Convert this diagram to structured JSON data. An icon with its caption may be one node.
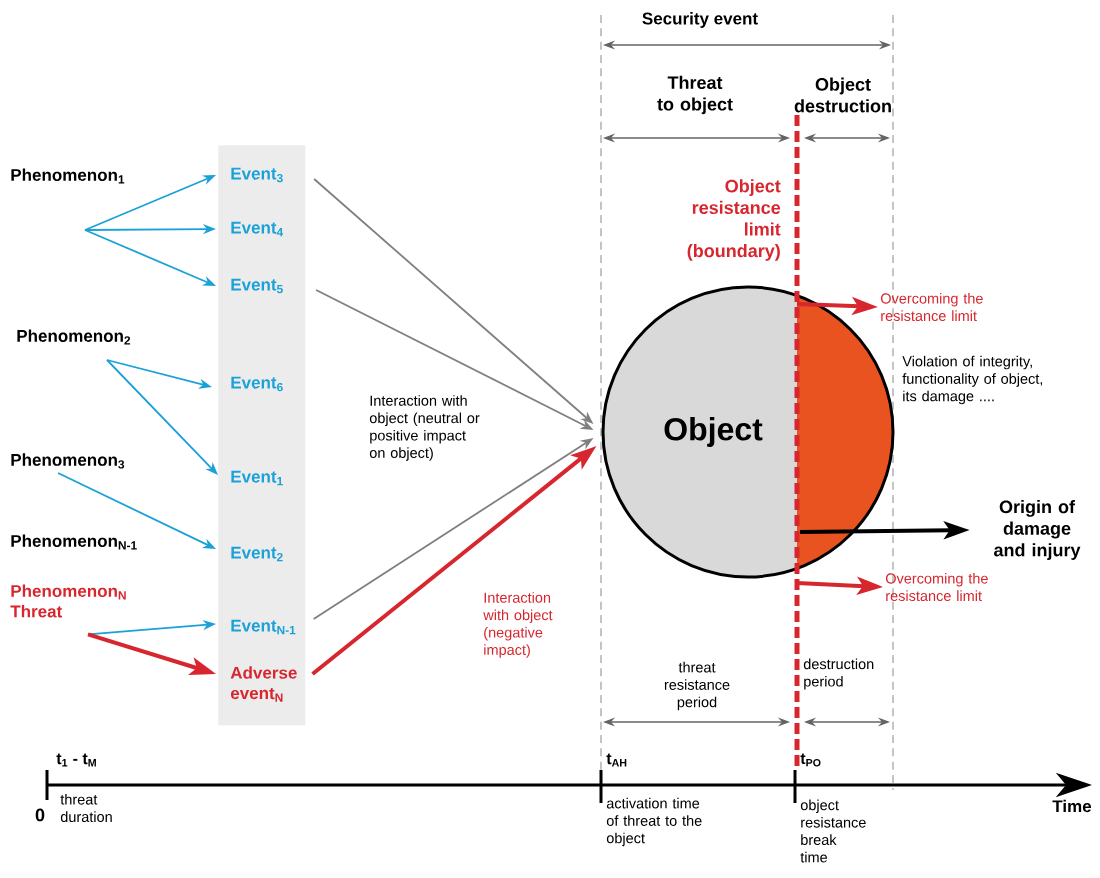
{
  "diagram": {
    "nodes": [
      {
        "text": [
          "Phenomenon$_{1}$"
        ]
      },
      {
        "text": [
          "Phenomenon$_{2}$"
        ]
      },
      {
        "text": [
          "Phenomenon$_{3}$"
        ]
      },
      {
        "text": [
          "Phenomenon$_{N}$",
          "Threat"
        ]
      },
      {
        "text": [],
        "shape": "box"
      },
      {
        "text": [
          "Event$_{3}$"
        ],
        "in": 4
      },
      {
        "text": [
          "Event$_{4}$"
        ],
        "in": 4
      },
      {
        "text": [
          "Event$_{5}$"
        ],
        "in": 4
      },
      {
        "text": [
          "Event$_{6}$"
        ],
        "in": 4
      },
      {
        "text": [
          "Event$_{1}$"
        ],
        "in": 4
      },
      {
        "text": [
          "Event$_{2}$"
        ],
        "in": 4
      },
      {
        "text": [
          "Event$_{N-1}$"
        ],
        "in": 4
      },
      {
        "text": [
          "Adverse event$_{N}$"
        ],
        "in": 4
      },
      {
        "text": [
          "Object"
        ],
        "beside": [
          "Violation of integrity, functionality of object, its damage ...."
        ]
      },
      {
        "text": [
          "Origin of damage and injury"
        ]
      },
      {
        "text": [
          "Overcoming the resistance limit"
        ]
      },
      {
        "text": [
          "Overcoming the resistance limit"
        ]
      }
    ],
    "edges": [
      {
        "from": 0,
        "to": 5,
        "arrow": "to"
      },
      {
        "from": 0,
        "to": 6,
        "arrow": "to"
      },
      {
        "from": 0,
        "to": 7,
        "arrow": "to"
      },
      {
        "from": 1,
        "to": 8,
        "arrow": "to"
      },
      {
        "from": 1,
        "to": 9,
        "arrow": "to"
      },
      {
        "from": 2,
        "to": 10,
        "arrow": "to"
      },
      {
        "from": 3,
        "to": 11,
        "arrow": "to"
      },
      {
        "from": 3,
        "to": 12,
        "arrow": "to",
        "style": "thick",
        "color": "#d7262e"
      },
      {
        "from": 5,
        "to": 13,
        "arrow": "to",
        "color": "#7f7f7f"
      },
      {
        "from": 7,
        "to": 13,
        "arrow": "to",
        "color": "#7f7f7f"
      },
      {
        "from": 11,
        "to": 13,
        "arrow": "to",
        "color": "#7f7f7f"
      },
      {
        "from": 12,
        "to": 13,
        "arrow": "to",
        "style": "thick",
        "color": "#d7262e"
      },
      {
        "from": 13,
        "to": 14,
        "arrow": "to",
        "style": "thick",
        "color": "#000000"
      },
      {
        "from": 13,
        "to": 15,
        "arrow": "to",
        "style": "thick",
        "color": "#d7262e"
      },
      {
        "from": 13,
        "to": 16,
        "arrow": "to",
        "style": "thick",
        "color": "#d7262e"
      }
    ],
    "labels": [
      "Security event",
      "Threat to object",
      "Object destruction",
      "Object resistance limit (boundary)",
      "Phenomenon$_{N-1}$",
      "Interaction with object (neutral or positive impact on object)",
      "Interaction with object (negative impact)",
      "threat resistance period",
      "destruction period",
      "t$_{1}$ - t$_{M}$",
      "0",
      "threat duration",
      "t$_{AH}$",
      "activation time of threat to the object",
      "t$_{PO}$",
      "object resistance break time",
      "Time"
    ]
  }
}
